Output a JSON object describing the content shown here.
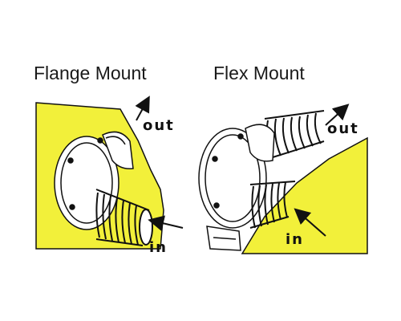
{
  "titles": {
    "flange": "Flange Mount",
    "flex": "Flex Mount"
  },
  "labels": {
    "out": "out",
    "in": "in"
  },
  "colors": {
    "mount_surface": "#f2f03a",
    "line": "#111111",
    "background": "#ffffff"
  }
}
